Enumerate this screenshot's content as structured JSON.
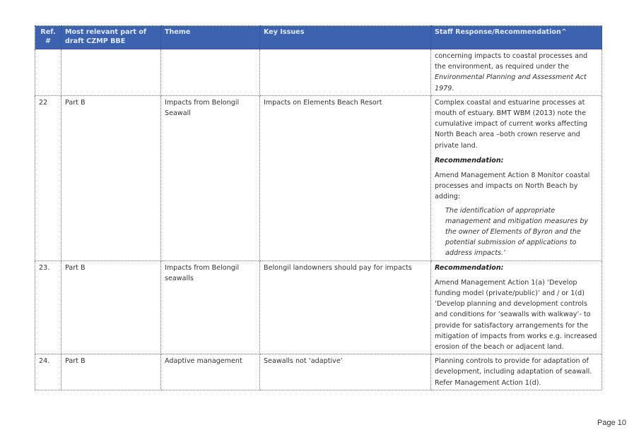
{
  "headers": {
    "ref": "Ref. #",
    "part": "Most relevant part of draft CZMP BBE",
    "theme": "Theme",
    "issues": "Key Issues",
    "response": "Staff Response/Recommendation^"
  },
  "rows": [
    {
      "ref": "",
      "part": "",
      "theme": "",
      "issues": "",
      "response_a": "concerning impacts to coastal processes and the environment, as required under the ",
      "response_a_italic": "Environmental Planning and Assessment Act 1979",
      "response_a_end": "."
    },
    {
      "ref": "22",
      "part": "Part B",
      "theme": "Impacts from Belongil Seawall",
      "issues": "Impacts on Elements Beach Resort",
      "response_a": "Complex coastal and estuarine processes at mouth of estuary. BMT WBM (2013) note the cumulative impact of current works affecting North Beach area –both crown reserve and private land.",
      "recommendation_label": "Recommendation:",
      "response_b": "Amend Management Action 8 Monitor coastal processes and impacts on North Beach by adding:",
      "quote": "The identification of appropriate management and mitigation measures by the owner of Elements of Byron and the potential submission of applications to address impacts.’"
    },
    {
      "ref": "23.",
      "part": "Part B",
      "theme": "Impacts from Belongil seawalls",
      "issues": "Belongil landowners should pay for impacts",
      "recommendation_label": "Recommendation:",
      "response_b": "Amend Management Action 1(a) ‘Develop funding model (private/public)’ and / or 1(d) ‘Develop planning and development controls and conditions for ‘seawalls with walkway’- to provide for satisfactory arrangements for the mitigation of impacts from works e.g. increased erosion of the beach or adjacent land."
    },
    {
      "ref": "24.",
      "part": "Part B",
      "theme": "Adaptive management",
      "issues": "Seawalls not ‘adaptive’",
      "response_a": "Planning controls to provide for adaptation of development, including adaptation of seawall. Refer Management Action 1(d)."
    }
  ],
  "footer": {
    "page": "Page 10"
  }
}
